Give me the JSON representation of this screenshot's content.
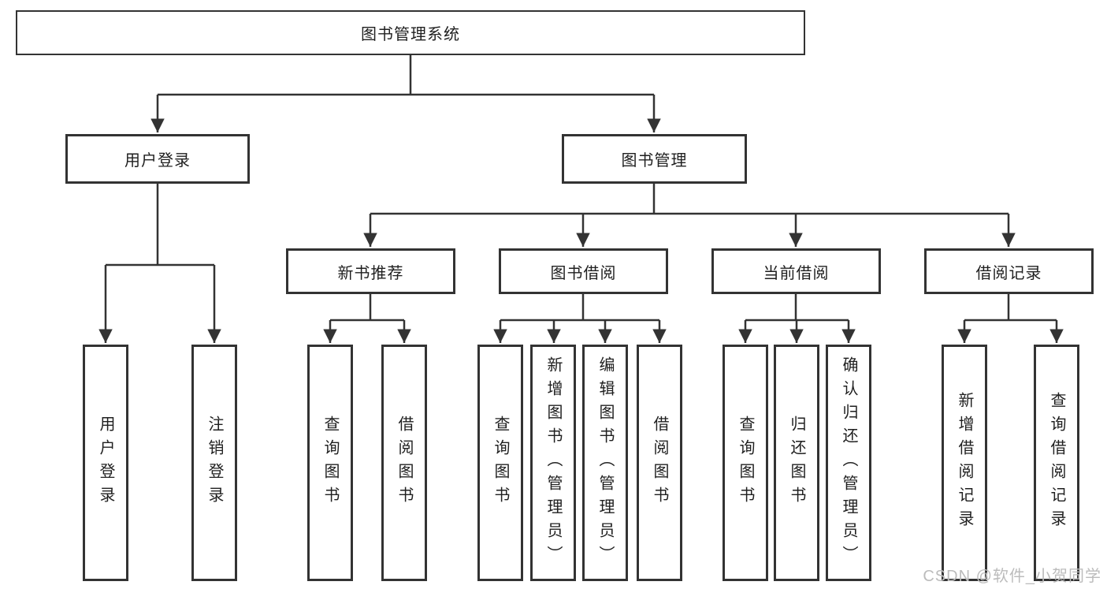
{
  "diagram": {
    "title_node": "图书管理系统",
    "root": {
      "label": "图书管理系统"
    },
    "branches": [
      {
        "label": "用户登录",
        "children": [
          {
            "label": "用户登录"
          },
          {
            "label": "注销登录"
          }
        ]
      },
      {
        "label": "图书管理",
        "groups": [
          {
            "label": "新书推荐",
            "children": [
              {
                "label": "查询图书"
              },
              {
                "label": "借阅图书"
              }
            ]
          },
          {
            "label": "图书借阅",
            "children": [
              {
                "label": "查询图书"
              },
              {
                "label": "新增图书（管理员）"
              },
              {
                "label": "编辑图书（管理员）"
              },
              {
                "label": "借阅图书"
              }
            ]
          },
          {
            "label": "当前借阅",
            "children": [
              {
                "label": "查询图书"
              },
              {
                "label": "归还图书"
              },
              {
                "label": "确认归还（管理员）"
              }
            ]
          },
          {
            "label": "借阅记录",
            "children": [
              {
                "label": "新增借阅记录"
              },
              {
                "label": "查询借阅记录"
              }
            ]
          }
        ]
      }
    ]
  },
  "watermark": {
    "text": "CSDN @软件_小贺同学"
  },
  "colors": {
    "line": "#333333",
    "box_border": "#333333",
    "text": "#1f1f1f",
    "background": "#ffffff",
    "watermark": "#bcbcbc"
  }
}
